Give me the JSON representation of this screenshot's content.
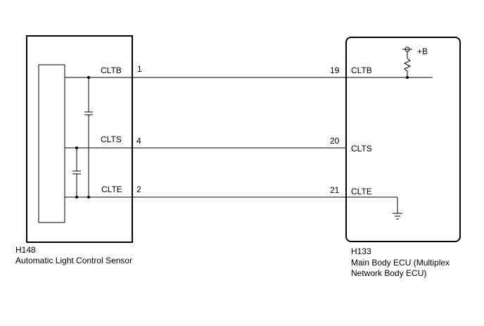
{
  "left_component": {
    "connector_id": "H148",
    "name": "Automatic Light Control Sensor",
    "pins": [
      {
        "signal": "CLTB",
        "pin": "1"
      },
      {
        "signal": "CLTS",
        "pin": "4"
      },
      {
        "signal": "CLTE",
        "pin": "2"
      }
    ]
  },
  "right_component": {
    "connector_id": "H133",
    "name_line1": "Main Body ECU (Multiplex",
    "name_line2": "Network Body ECU)",
    "supply_label": "+B",
    "pins": [
      {
        "signal": "CLTB",
        "pin": "19"
      },
      {
        "signal": "CLTS",
        "pin": "20"
      },
      {
        "signal": "CLTE",
        "pin": "21"
      }
    ]
  }
}
